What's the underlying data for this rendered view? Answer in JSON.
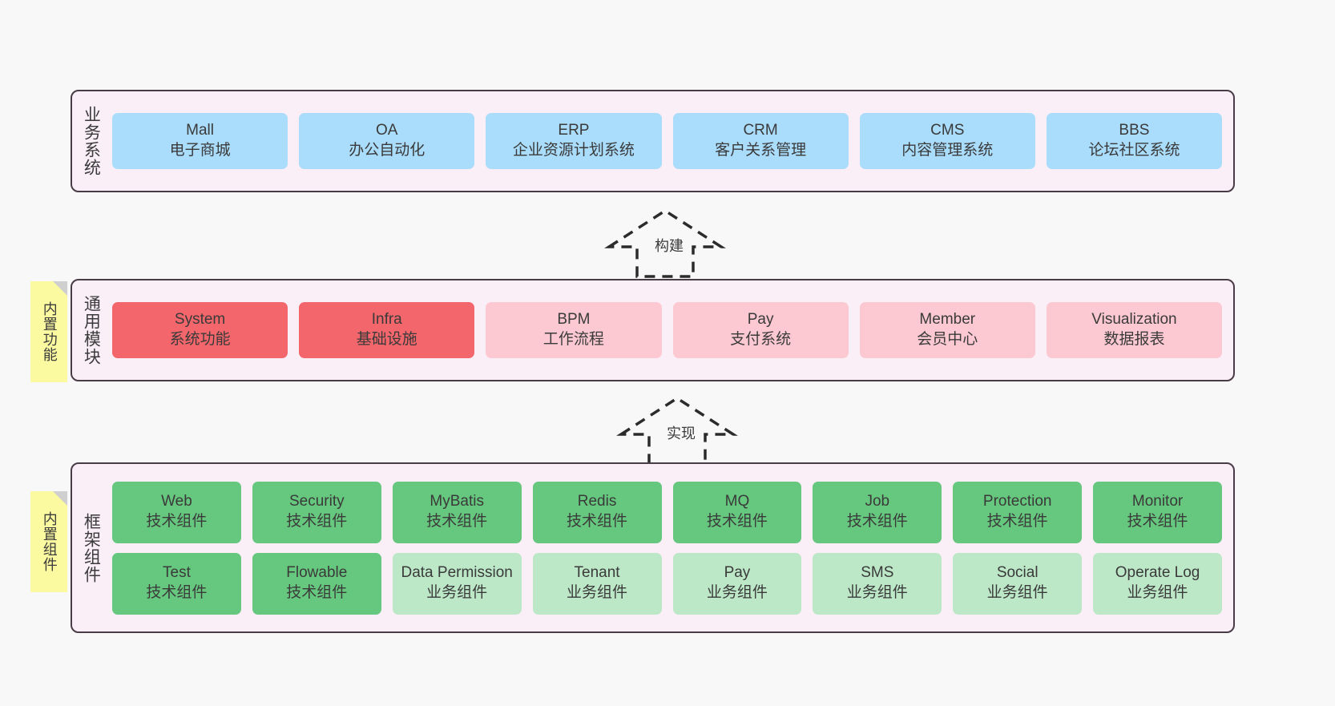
{
  "diagram": {
    "title_hidden": "",
    "layers": [
      {
        "id": "business",
        "title": "业务系统",
        "cells": [
          {
            "name": "Mall",
            "desc": "电子商城",
            "color": "#aadcfb"
          },
          {
            "name": "OA",
            "desc": "办公自动化",
            "color": "#aadcfb"
          },
          {
            "name": "ERP",
            "desc": "企业资源计划系统",
            "color": "#aadcfb"
          },
          {
            "name": "CRM",
            "desc": "客户关系管理",
            "color": "#aadcfb"
          },
          {
            "name": "CMS",
            "desc": "内容管理系统",
            "color": "#aadcfb"
          },
          {
            "name": "BBS",
            "desc": "论坛社区系统",
            "color": "#aadcfb"
          }
        ]
      },
      {
        "id": "common",
        "title": "通用模块",
        "cells": [
          {
            "name": "System",
            "desc": "系统功能",
            "color": "#f3666b"
          },
          {
            "name": "Infra",
            "desc": "基础设施",
            "color": "#f3666b"
          },
          {
            "name": "BPM",
            "desc": "工作流程",
            "color": "#fcc9d2"
          },
          {
            "name": "Pay",
            "desc": "支付系统",
            "color": "#fcc9d2"
          },
          {
            "name": "Member",
            "desc": "会员中心",
            "color": "#fcc9d2"
          },
          {
            "name": "Visualization",
            "desc": "数据报表",
            "color": "#fcc9d2"
          }
        ]
      },
      {
        "id": "framework",
        "title": "框架组件",
        "rows": [
          [
            {
              "name": "Web",
              "desc": "技术组件",
              "color": "#66c77e"
            },
            {
              "name": "Security",
              "desc": "技术组件",
              "color": "#66c77e"
            },
            {
              "name": "MyBatis",
              "desc": "技术组件",
              "color": "#66c77e"
            },
            {
              "name": "Redis",
              "desc": "技术组件",
              "color": "#66c77e"
            },
            {
              "name": "MQ",
              "desc": "技术组件",
              "color": "#66c77e"
            },
            {
              "name": "Job",
              "desc": "技术组件",
              "color": "#66c77e"
            },
            {
              "name": "Protection",
              "desc": "技术组件",
              "color": "#66c77e"
            },
            {
              "name": "Monitor",
              "desc": "技术组件",
              "color": "#66c77e"
            }
          ],
          [
            {
              "name": "Test",
              "desc": "技术组件",
              "color": "#66c77e"
            },
            {
              "name": "Flowable",
              "desc": "技术组件",
              "color": "#66c77e"
            },
            {
              "name": "Data Permission",
              "desc": "业务组件",
              "color": "#bde8c8"
            },
            {
              "name": "Tenant",
              "desc": "业务组件",
              "color": "#bde8c8"
            },
            {
              "name": "Pay",
              "desc": "业务组件",
              "color": "#bde8c8"
            },
            {
              "name": "SMS",
              "desc": "业务组件",
              "color": "#bde8c8"
            },
            {
              "name": "Social",
              "desc": "业务组件",
              "color": "#bde8c8"
            },
            {
              "name": "Operate Log",
              "desc": "业务组件",
              "color": "#bde8c8"
            }
          ]
        ]
      }
    ],
    "notes": [
      {
        "id": "builtin-function",
        "label": "内置功能",
        "color": "#fbfaa0"
      },
      {
        "id": "builtin-component",
        "label": "内置组件",
        "color": "#fbfaa0"
      }
    ],
    "arrows": [
      {
        "id": "build",
        "label": "构建",
        "style": "dashed-hollow-up"
      },
      {
        "id": "implement",
        "label": "实现",
        "style": "dashed-hollow-up"
      }
    ],
    "palette": {
      "panel_bg": "#faeef7",
      "panel_border": "#4a3c46",
      "background": "#f8f8f8",
      "blue": "#aadcfb",
      "red_strong": "#f3666b",
      "red_light": "#fcc9d2",
      "green_strong": "#66c77e",
      "green_light": "#bde8c8",
      "note_yellow": "#fbfaa0",
      "text": "#3a3a3a"
    }
  }
}
